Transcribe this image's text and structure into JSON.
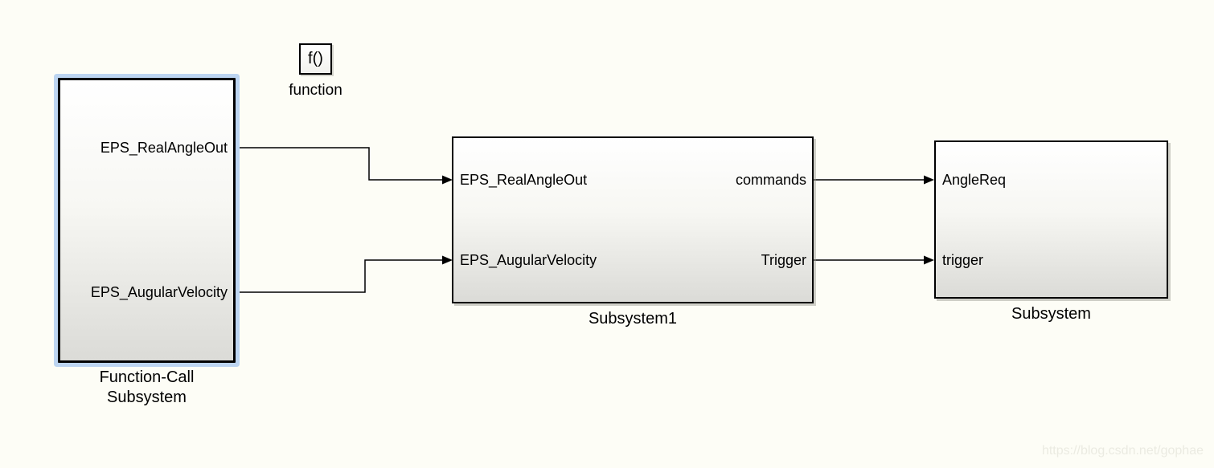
{
  "canvas": {
    "background_color": "#fdfdf6",
    "watermark_text": "https://blog.csdn.net/gophae"
  },
  "blocks": {
    "function_call_subsystem": {
      "name_line1": "Function-Call",
      "name_line2": "Subsystem",
      "output_ports": [
        "EPS_RealAngleOut",
        "EPS_AugularVelocity"
      ],
      "selected": true,
      "selection_color": "#bdd5f1"
    },
    "function_trigger": {
      "icon_text": "f()",
      "name": "function"
    },
    "subsystem1": {
      "name": "Subsystem1",
      "input_ports": [
        "EPS_RealAngleOut",
        "EPS_AugularVelocity"
      ],
      "output_ports": [
        "commands",
        "Trigger"
      ]
    },
    "subsystem": {
      "name": "Subsystem",
      "input_ports": [
        "AngleReq",
        "trigger"
      ]
    }
  },
  "wires": {
    "count": "4"
  }
}
